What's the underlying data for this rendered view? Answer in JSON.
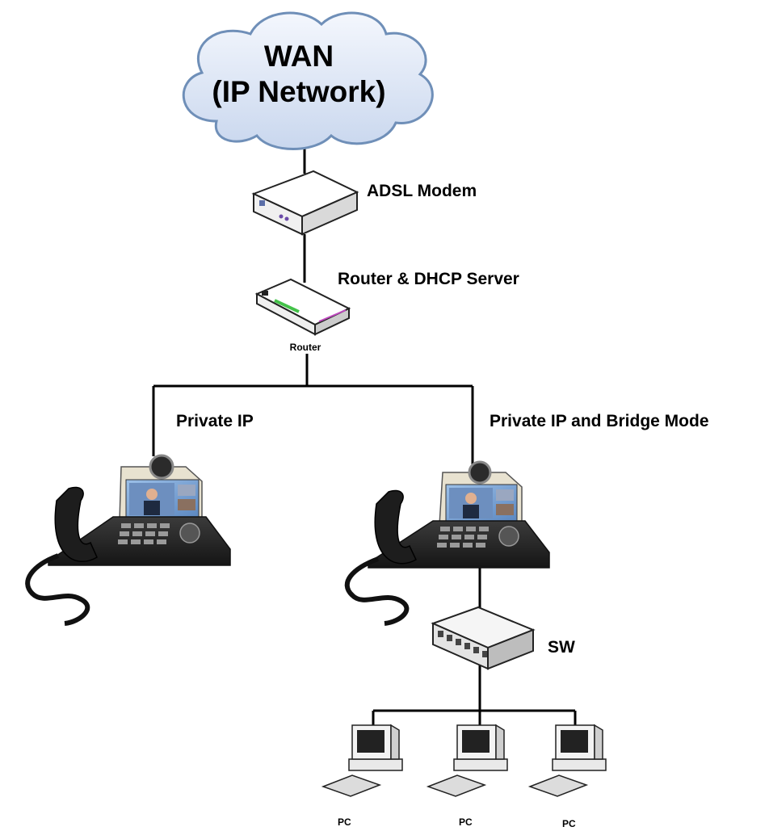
{
  "wan": {
    "line1": "WAN",
    "line2": "(IP Network)"
  },
  "modem": {
    "label": "ADSL Modem"
  },
  "router": {
    "label": "Router & DHCP Server",
    "caption": "Router"
  },
  "phone_left": {
    "label": "Private IP"
  },
  "phone_right": {
    "label": "Private IP and Bridge Mode"
  },
  "switch": {
    "label": "SW"
  },
  "pcs": [
    {
      "label": "PC"
    },
    {
      "label": "PC"
    },
    {
      "label": "PC"
    }
  ],
  "colors": {
    "cloud_fill": "#dde6f5",
    "cloud_stroke": "#6f8fb8",
    "device_fill": "#f2f2f2",
    "phone_body": "#2a2a2a",
    "screen": "#7fa6d6",
    "router_accent": "#44c24a"
  }
}
